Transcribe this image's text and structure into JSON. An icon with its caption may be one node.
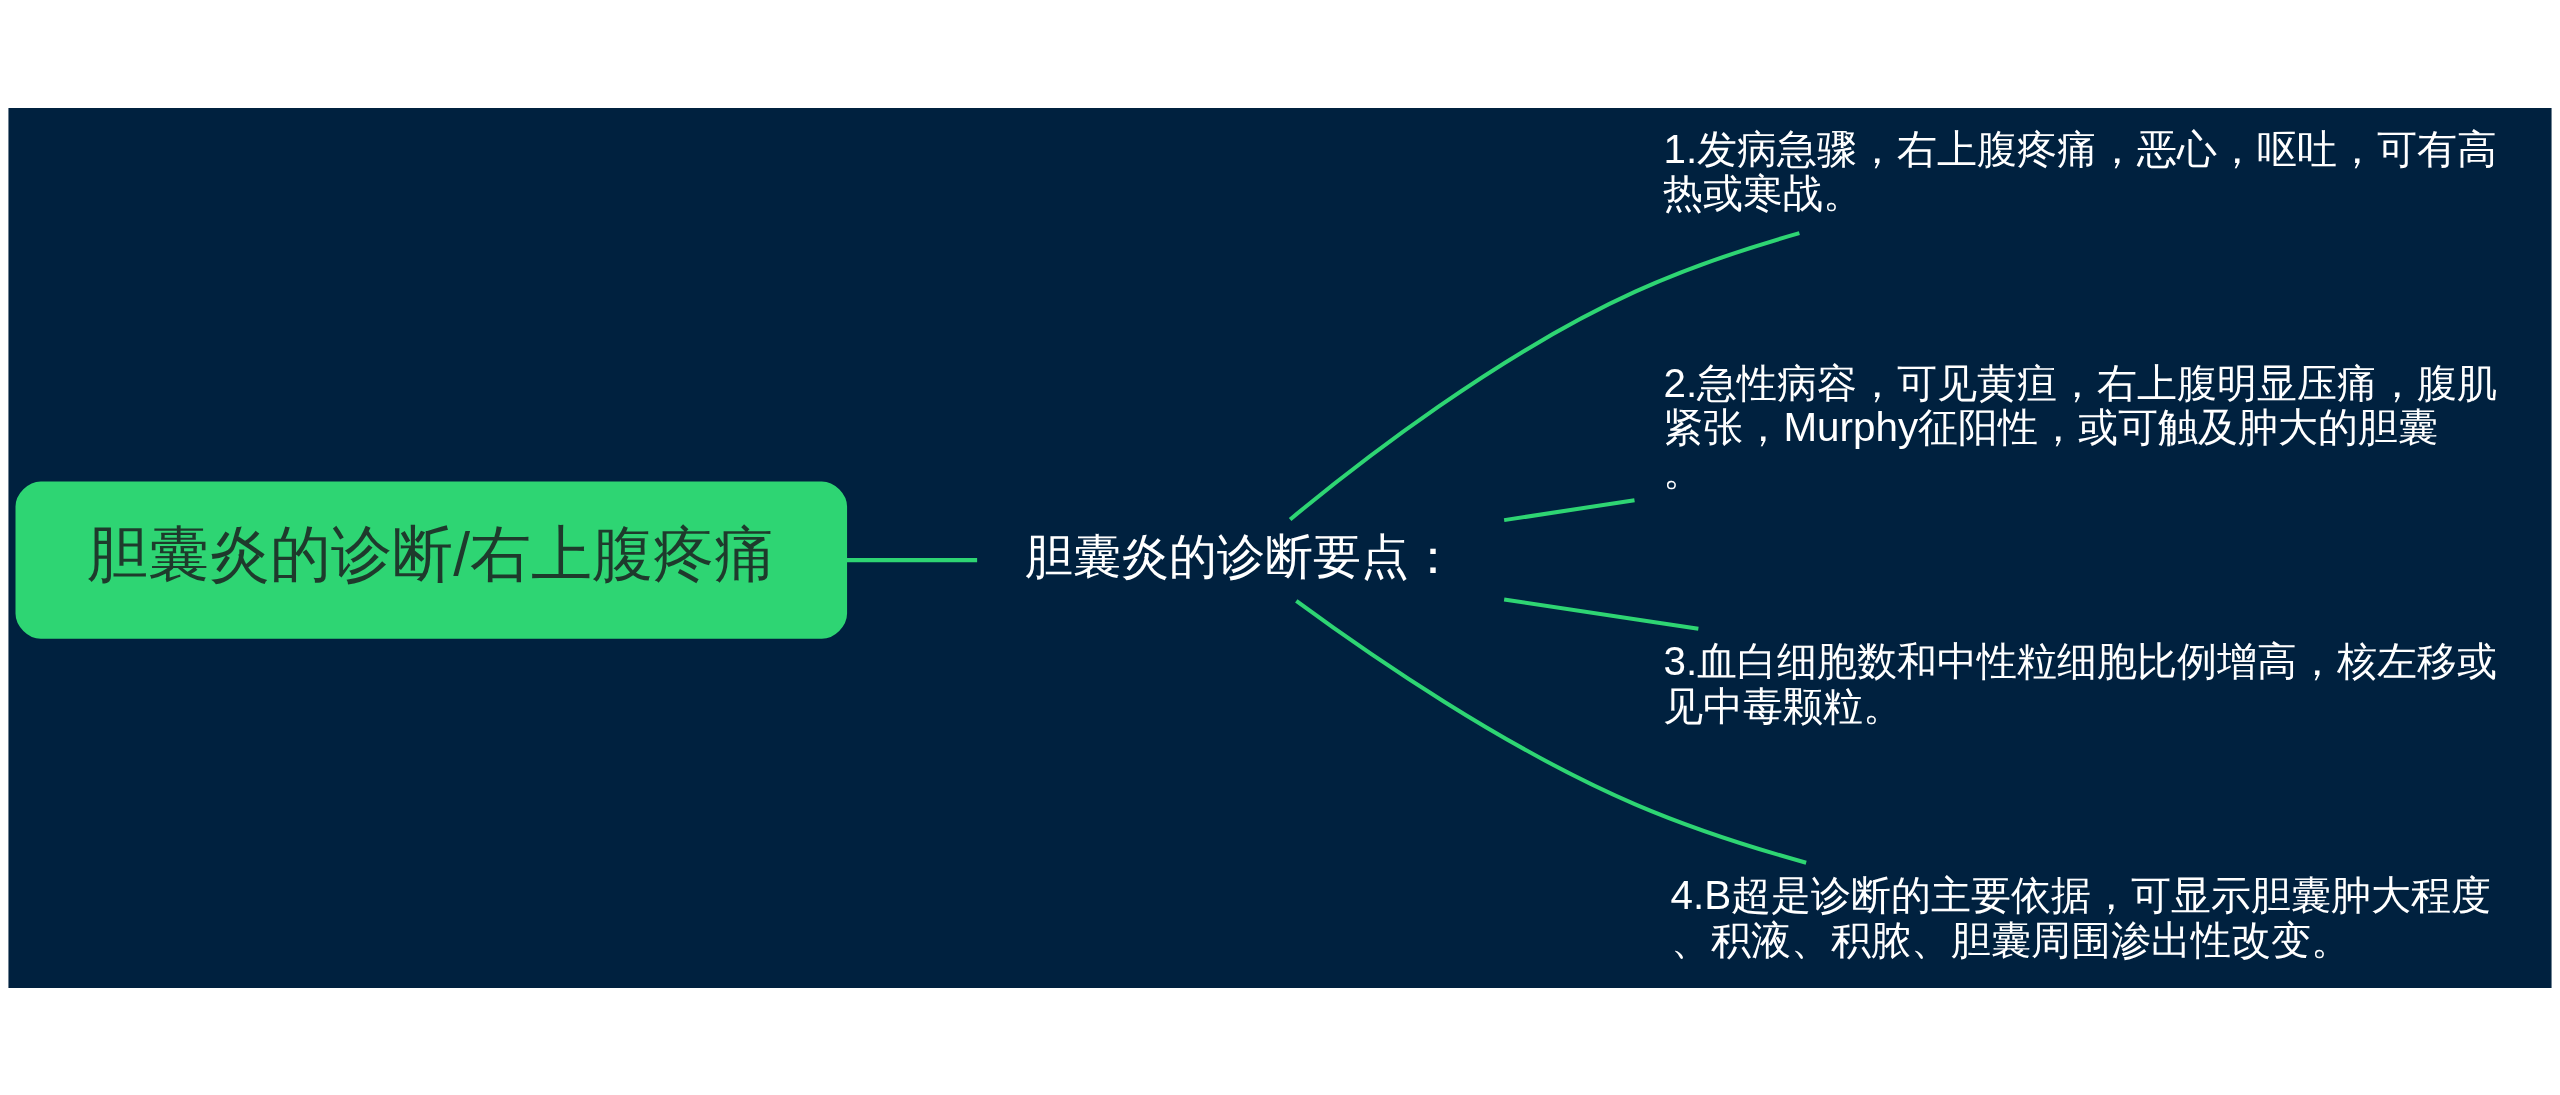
{
  "diagram": {
    "nodes": [
      {
        "text": [
          "胆囊炎的诊断/右上腹疼痛"
        ]
      },
      {
        "text": [
          "胆囊炎的诊断要点："
        ]
      },
      {
        "text": [
          "1.发病急骤，右上腹疼痛，恶心，呕吐，可有高热或寒战。"
        ]
      },
      {
        "text": [
          "2.急性病容，可见黄疸，右上腹明显压痛，腹肌紧张，Murphy征阳性，或可触及肿大的胆囊。"
        ]
      },
      {
        "text": [
          "3.血白细胞数和中性粒细胞比例增高，核左移或见中毒颗粒。"
        ]
      },
      {
        "text": [
          "4.B超是诊断的主要依据，可显示胆囊肿大程度、积液、积脓、胆囊周围渗出性改变。"
        ]
      }
    ],
    "edges": [
      {
        "from": 0,
        "to": 1,
        "arrow": "none"
      },
      {
        "from": 1,
        "to": 2,
        "arrow": "none"
      },
      {
        "from": 1,
        "to": 3,
        "arrow": "none"
      },
      {
        "from": 1,
        "to": 4,
        "arrow": "none"
      },
      {
        "from": 1,
        "to": 5,
        "arrow": "none"
      }
    ]
  }
}
